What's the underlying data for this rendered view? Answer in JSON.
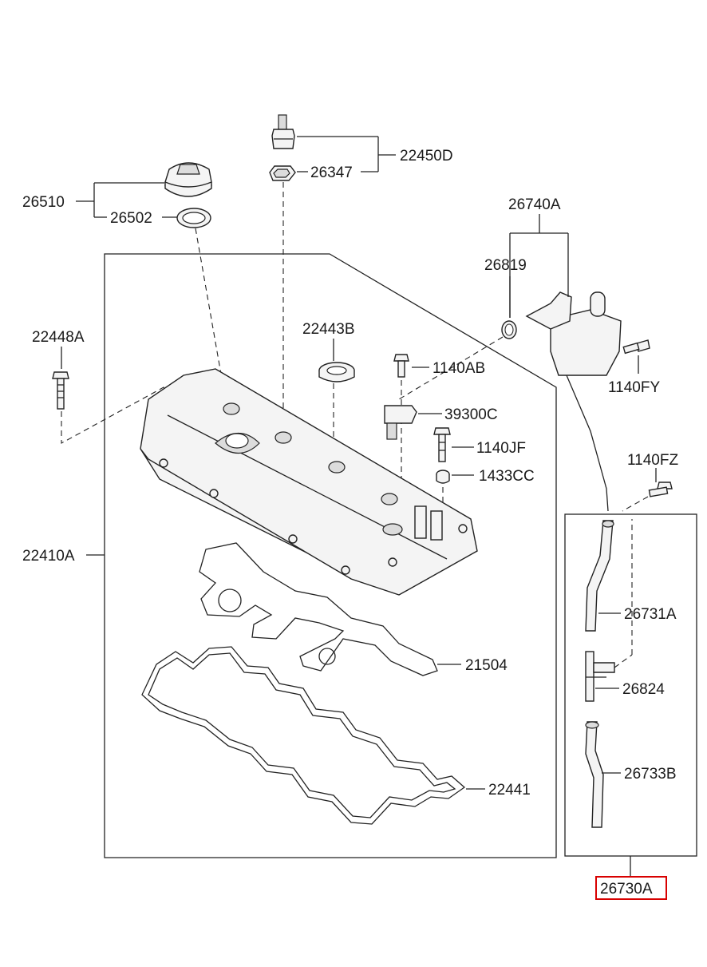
{
  "labels": {
    "p22450D": "22450D",
    "p26347": "26347",
    "p26510": "26510",
    "p26502": "26502",
    "p26740A": "26740A",
    "p26819": "26819",
    "p22448A": "22448A",
    "p22443B": "22443B",
    "p1140AB": "1140AB",
    "p1140FY": "1140FY",
    "p39300C": "39300C",
    "p1140JF": "1140JF",
    "p1433CC": "1433CC",
    "p1140FZ": "1140FZ",
    "p22410A": "22410A",
    "p26731A": "26731A",
    "p21504": "21504",
    "p26824": "26824",
    "p22441": "22441",
    "p26733B": "26733B",
    "p26730A": "26730A"
  },
  "highlight": {
    "part": "26730A",
    "color": "#d80000"
  }
}
